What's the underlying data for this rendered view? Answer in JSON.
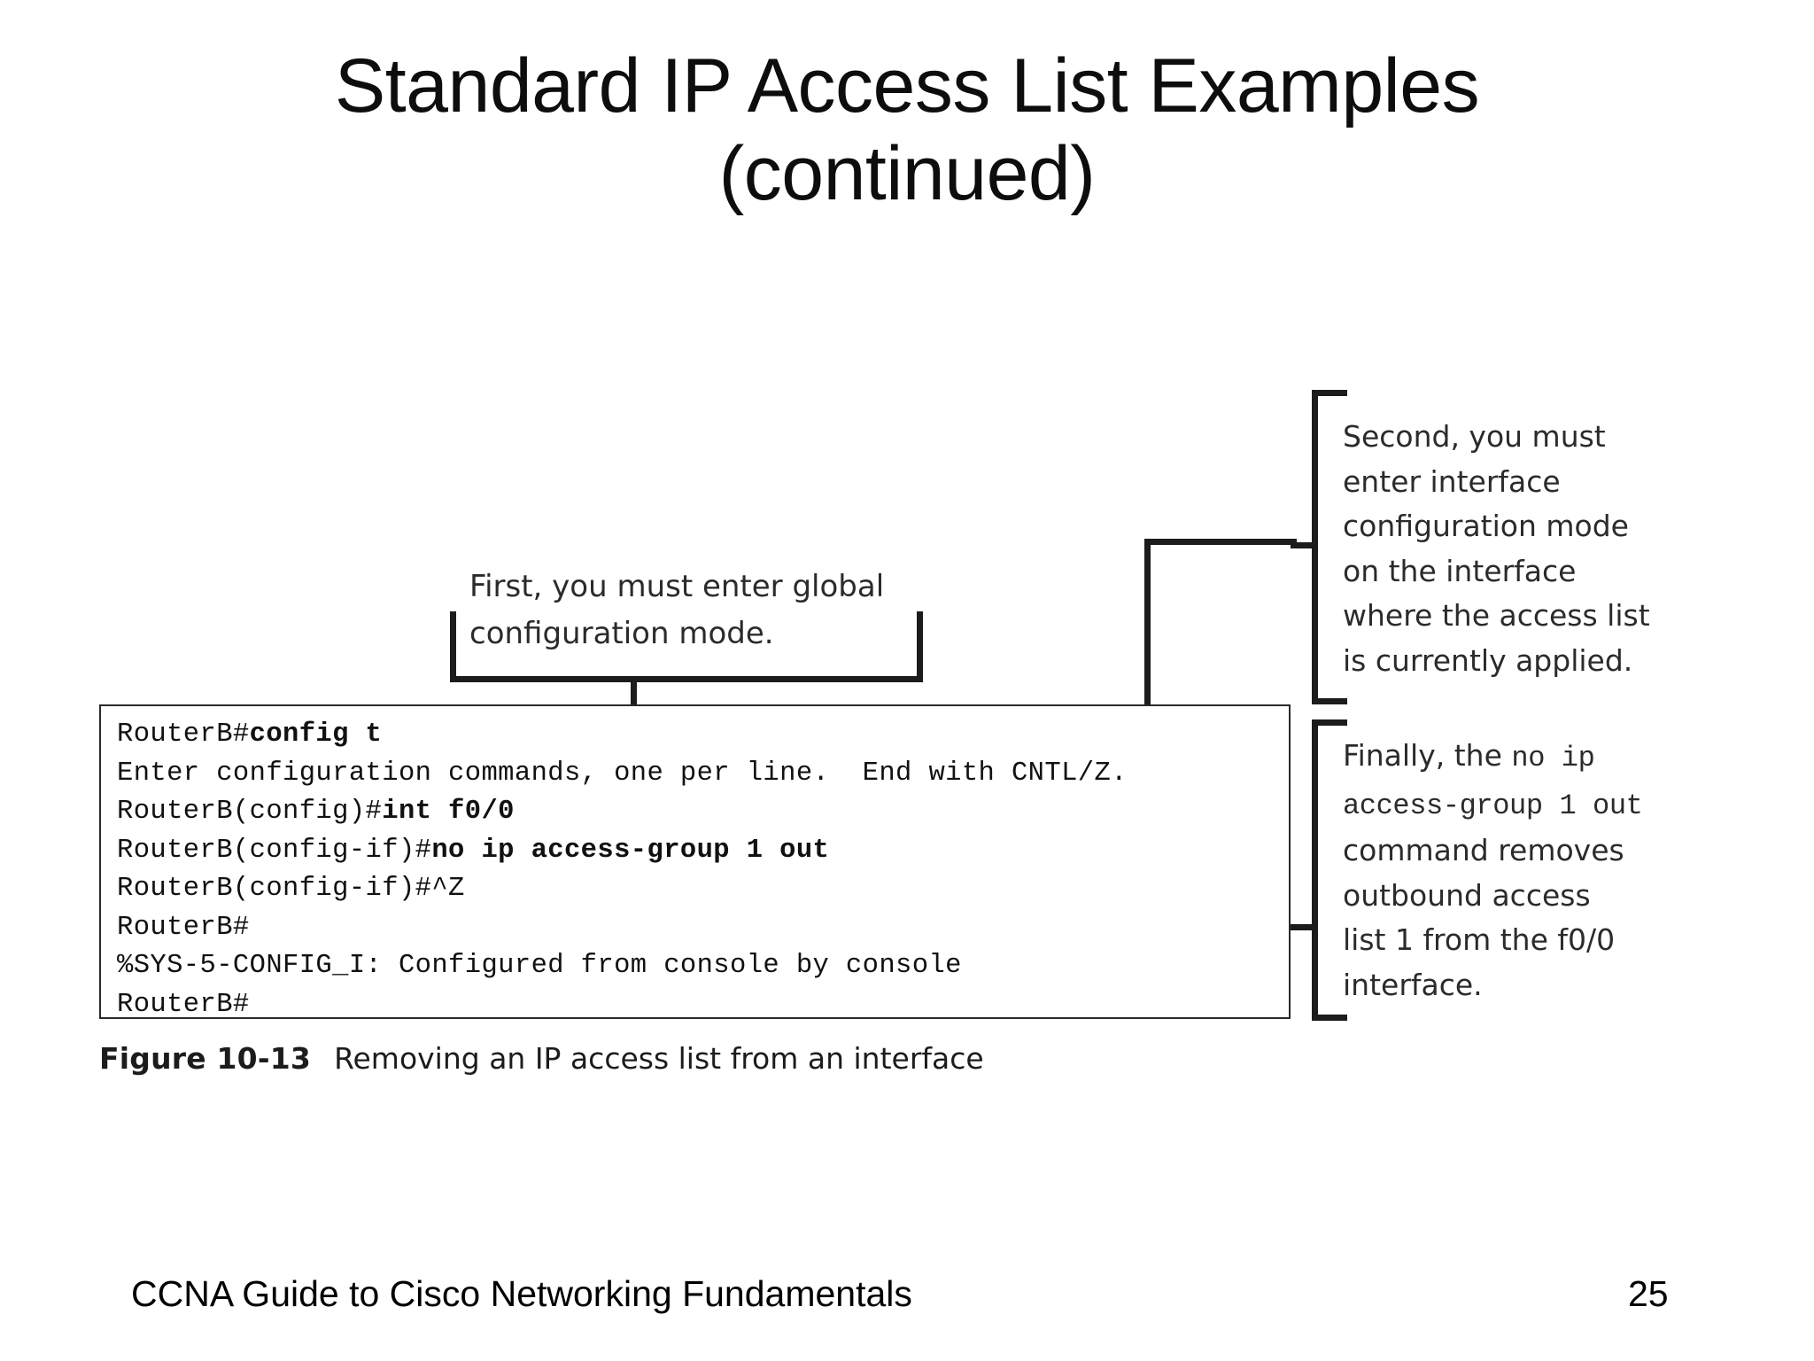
{
  "slide": {
    "title_line1": "Standard IP Access List Examples",
    "title_line2": "(continued)"
  },
  "figure": {
    "caption_label": "Figure 10-13",
    "caption_text": "Removing an IP access list from an interface",
    "console": {
      "lines": [
        {
          "prompt": "RouterB#",
          "command": "config t",
          "bold_command": true
        },
        {
          "prompt": "",
          "command": "Enter configuration commands, one per line.  End with CNTL/Z.",
          "bold_command": false
        },
        {
          "prompt": "RouterB(config)#",
          "command": "int f0/0",
          "bold_command": true
        },
        {
          "prompt": "RouterB(config-if)#",
          "command": "no ip access-group 1 out",
          "bold_command": true
        },
        {
          "prompt": "RouterB(config-if)#",
          "command": "^Z",
          "bold_command": false
        },
        {
          "prompt": "RouterB#",
          "command": "",
          "bold_command": false
        },
        {
          "prompt": "",
          "command": "%SYS-5-CONFIG_I: Configured from console by console",
          "bold_command": false
        },
        {
          "prompt": "RouterB#",
          "command": "",
          "bold_command": false
        }
      ]
    },
    "annotations": {
      "first": "First, you must enter global\nconfiguration mode.",
      "second": "Second, you must\nenter interface\nconfiguration mode\non the interface\nwhere the access list\nis currently applied.",
      "finally_part1": "Finally, the ",
      "finally_mono1": "no ip",
      "finally_mono2": "access-group 1 out",
      "finally_part2": "command removes\noutbound access\nlist 1 from the f0/0\ninterface."
    }
  },
  "footer": {
    "book_title": "CCNA Guide to Cisco Networking Fundamentals",
    "page_number": "25"
  },
  "colors": {
    "text": "#000000",
    "line": "#1c1c1c",
    "note_text": "#2b2b2b"
  }
}
